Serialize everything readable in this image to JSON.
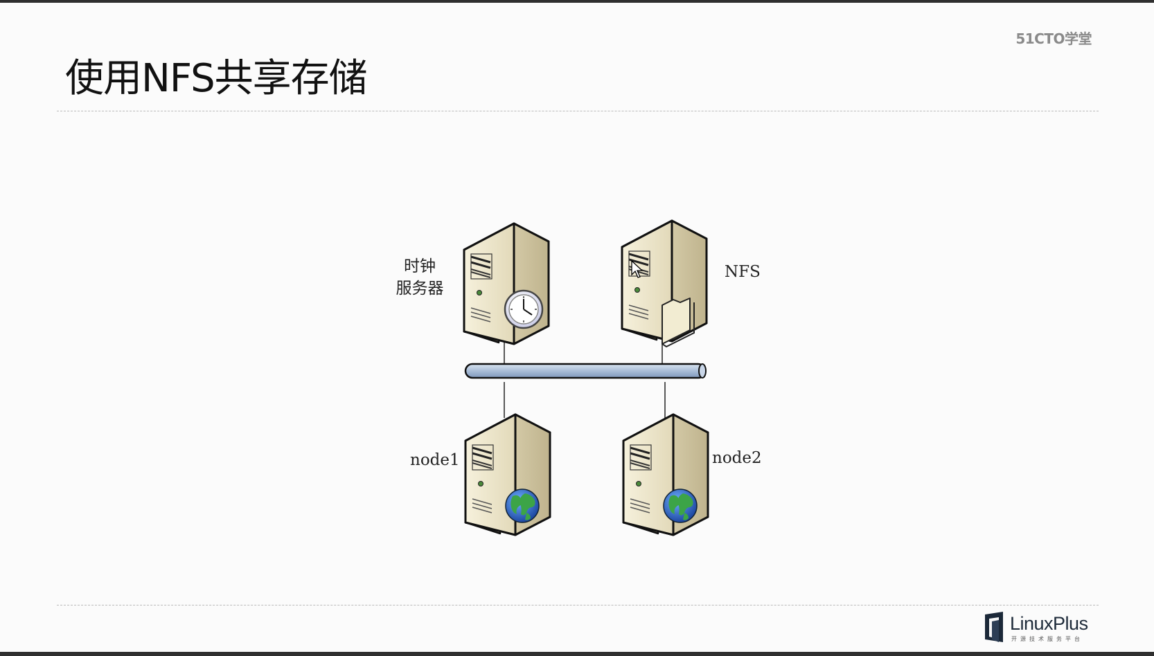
{
  "slide": {
    "title": "使用NFS共享存储",
    "brand": "51CTO学堂"
  },
  "diagram": {
    "clock_server_label_line1": "时钟",
    "clock_server_label_line2": "服务器",
    "nfs_label": "NFS",
    "node1_label": "node1",
    "node2_label": "node2"
  },
  "footer": {
    "logo_text": "LinuxPlus",
    "logo_subtitle": "开源技术服务平台"
  },
  "colors": {
    "server_body": "#ece6cc",
    "server_side": "#d8cfae",
    "network_bus": "#b7c8de",
    "globe": "#2a6fd0"
  }
}
